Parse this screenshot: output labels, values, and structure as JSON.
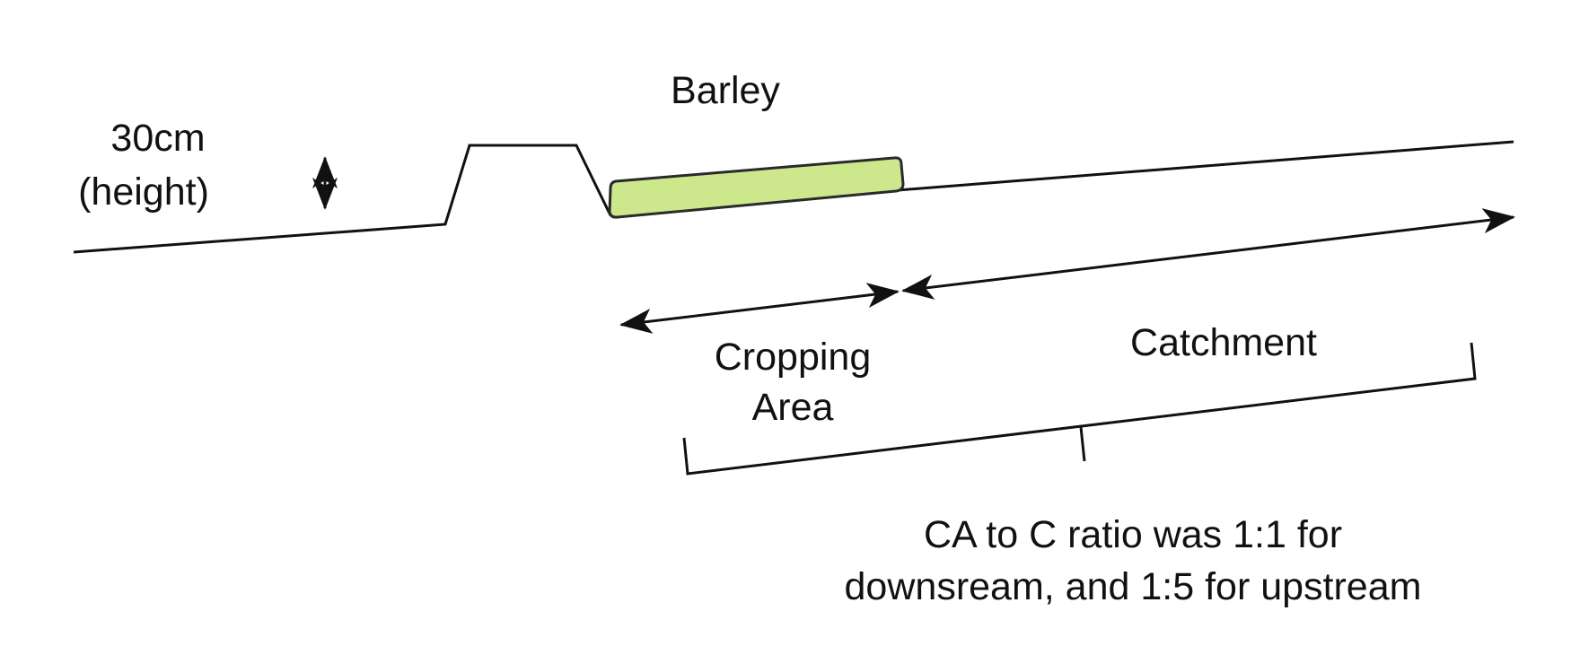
{
  "labels": {
    "height_line1": "30cm",
    "height_line2": "(height)",
    "barley": "Barley",
    "cropping_line1": "Cropping",
    "cropping_line2": "Area",
    "catchment": "Catchment",
    "ratio_line1": "CA to C ratio was 1:1 for",
    "ratio_line2": "downsream, and 1:5 for upstream"
  },
  "colors": {
    "stroke": "#111111",
    "barley_fill": "#cde88c",
    "barley_stroke": "#2a2a2a"
  }
}
